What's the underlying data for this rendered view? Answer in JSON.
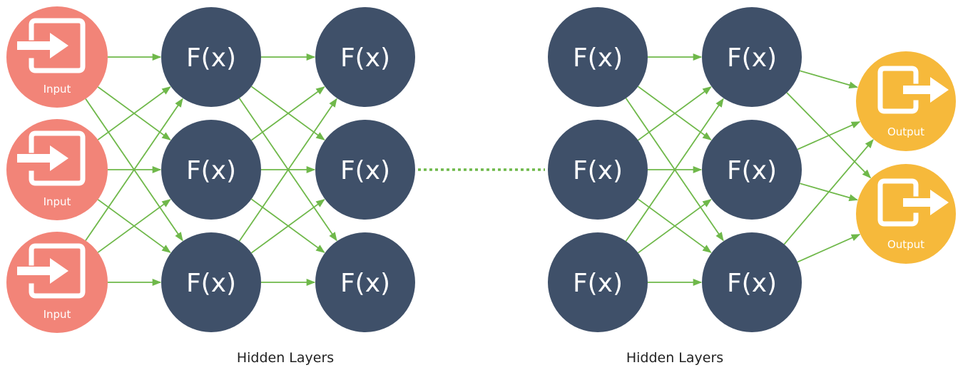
{
  "inputs": [
    {
      "label": "Input"
    },
    {
      "label": "Input"
    },
    {
      "label": "Input"
    }
  ],
  "hidden_groups": [
    {
      "caption": "Hidden Layers",
      "layers": [
        {
          "nodes": [
            "F(x)",
            "F(x)",
            "F(x)"
          ]
        },
        {
          "nodes": [
            "F(x)",
            "F(x)",
            "F(x)"
          ]
        }
      ]
    },
    {
      "caption": "Hidden Layers",
      "layers": [
        {
          "nodes": [
            "F(x)",
            "F(x)",
            "F(x)"
          ]
        },
        {
          "nodes": [
            "F(x)",
            "F(x)",
            "F(x)"
          ]
        }
      ]
    }
  ],
  "outputs": [
    {
      "label": "Output"
    },
    {
      "label": "Output"
    }
  ],
  "colors": {
    "input": "#f28478",
    "hidden": "#3f5069",
    "output": "#f6b93b",
    "edge": "#6fb84a",
    "icon": "#ffffff"
  }
}
